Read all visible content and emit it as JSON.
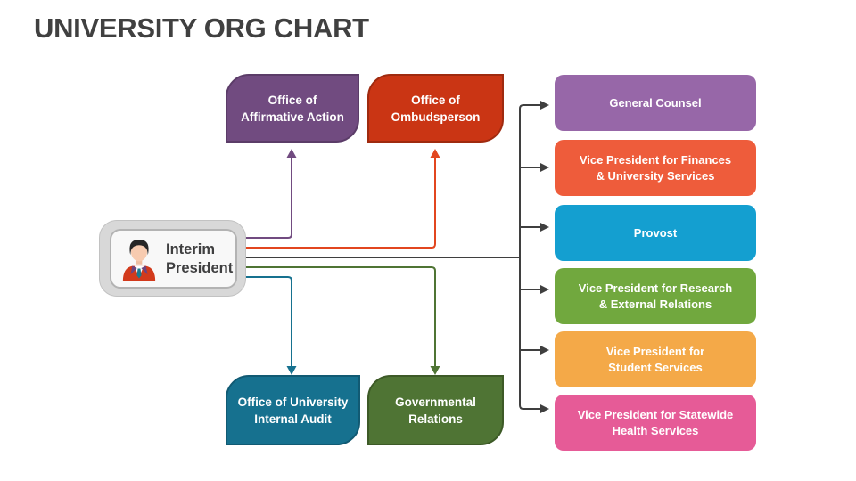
{
  "title": "UNIVERSITY ORG CHART",
  "president": {
    "label": "Interim\nPresident",
    "icon": "person-icon"
  },
  "offices": [
    {
      "id": "affirmative-action",
      "label": "Office of\nAffirmative Action",
      "color": "#714B80",
      "border": "#5B3C68"
    },
    {
      "id": "ombudsperson",
      "label": "Office of\nOmbudsperson",
      "color": "#CA3514",
      "border": "#9F2A0F"
    },
    {
      "id": "internal-audit",
      "label": "Office of University\nInternal Audit",
      "color": "#16718F",
      "border": "#115A73"
    },
    {
      "id": "governmental-relations",
      "label": "Governmental\nRelations",
      "color": "#4F7434",
      "border": "#3D5A27"
    }
  ],
  "right_column": [
    {
      "id": "general-counsel",
      "label": "General Counsel",
      "color": "#9767A8"
    },
    {
      "id": "vp-finances",
      "label": "Vice President for Finances\n& University Services",
      "color": "#EE5C3B"
    },
    {
      "id": "provost",
      "label": "Provost",
      "color": "#149FD0"
    },
    {
      "id": "vp-research",
      "label": "Vice President for Research\n& External Relations",
      "color": "#71A83E"
    },
    {
      "id": "vp-student-services",
      "label": "Vice President for\nStudent Services",
      "color": "#F4A948"
    },
    {
      "id": "vp-statewide-health",
      "label": "Vice President for Statewide\nHealth Services",
      "color": "#E65B97"
    }
  ],
  "connectors": {
    "purple": "#714B80",
    "red": "#E2461F",
    "dark": "#3F3F3F",
    "green": "#4F7434",
    "teal": "#16718F"
  },
  "edges": [
    {
      "from": "Interim President",
      "to": "Office of Affirmative Action",
      "color": "purple"
    },
    {
      "from": "Interim President",
      "to": "Office of Ombudsperson",
      "color": "red"
    },
    {
      "from": "Interim President",
      "to": "Office of University Internal Audit",
      "color": "teal"
    },
    {
      "from": "Interim President",
      "to": "Governmental Relations",
      "color": "green"
    },
    {
      "from": "Interim President",
      "to": "General Counsel",
      "color": "dark"
    },
    {
      "from": "Interim President",
      "to": "Vice President for Finances & University Services",
      "color": "dark"
    },
    {
      "from": "Interim President",
      "to": "Provost",
      "color": "dark"
    },
    {
      "from": "Interim President",
      "to": "Vice President for Research & External Relations",
      "color": "dark"
    },
    {
      "from": "Interim President",
      "to": "Vice President for Student Services",
      "color": "dark"
    },
    {
      "from": "Interim President",
      "to": "Vice President for Statewide Health Services",
      "color": "dark"
    }
  ]
}
